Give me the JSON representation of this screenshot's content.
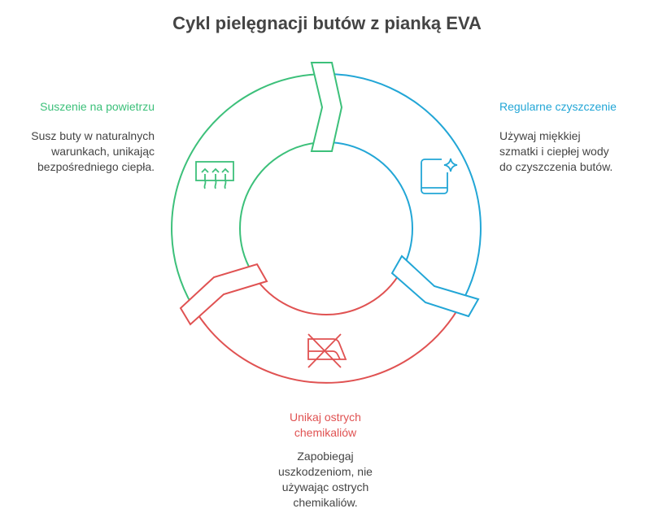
{
  "title": "Cykl pielęgnacji butów z pianką EVA",
  "colors": {
    "green": "#3cc07a",
    "blue": "#22a6d6",
    "red": "#e05252"
  },
  "stages": [
    {
      "title": "Regularne czyszczenie",
      "text": "Używaj miękkiej szmatki i ciepłej wody do czyszczenia butów.",
      "icon": "cloth-sparkle-icon"
    },
    {
      "title": "Unikaj ostrych chemikaliów",
      "text": "Zapobiegaj uszkodzeniom, nie używając ostrych chemikaliów.",
      "icon": "no-chemicals-icon"
    },
    {
      "title": "Suszenie na powietrzu",
      "text": "Susz buty w naturalnych warunkach, unikając bezpośredniego ciepła.",
      "icon": "air-dry-icon"
    }
  ]
}
